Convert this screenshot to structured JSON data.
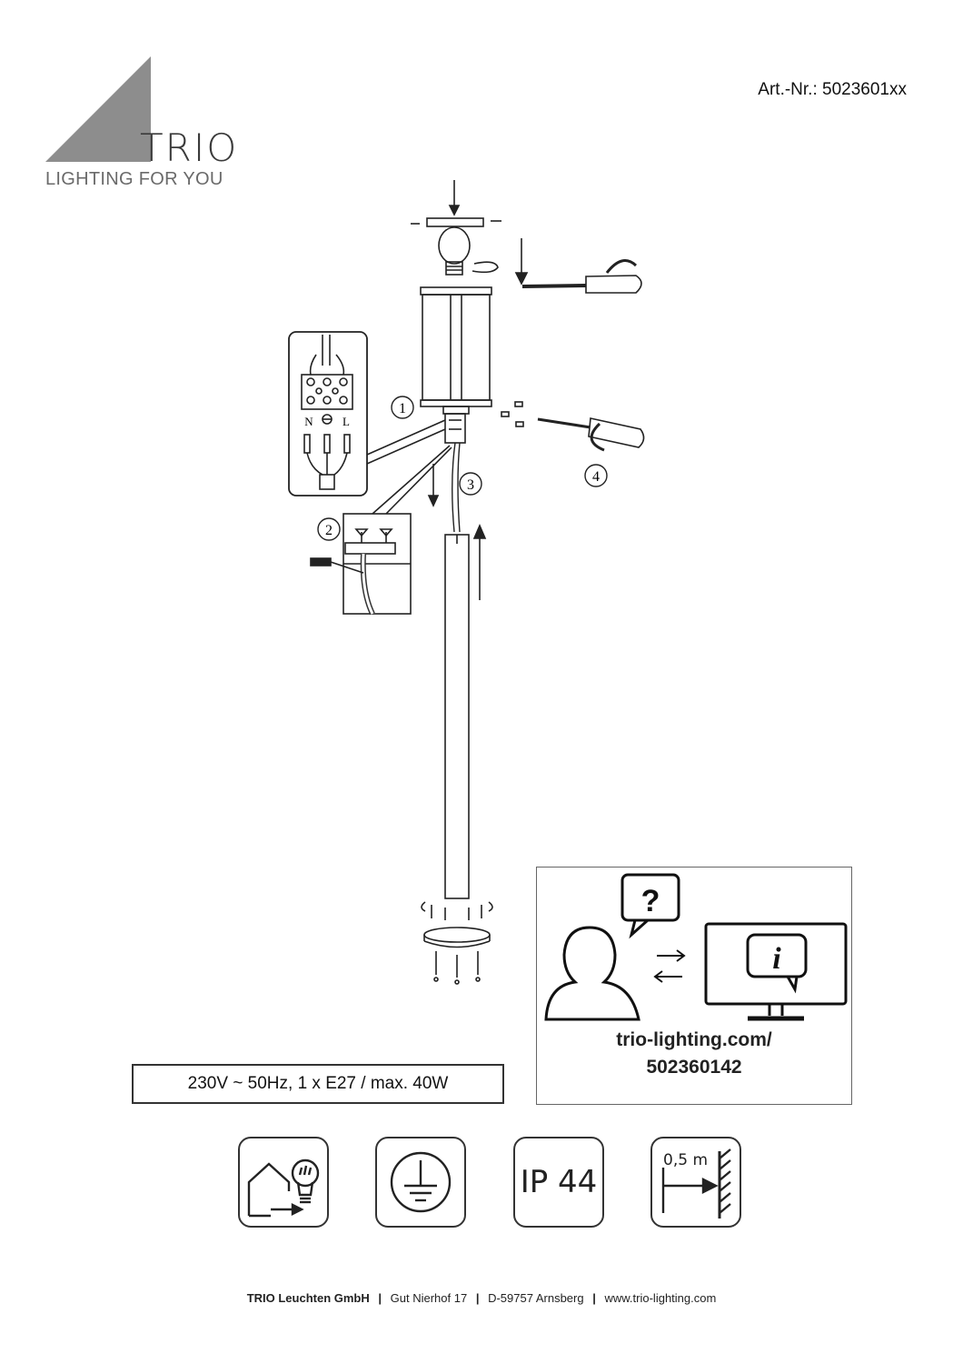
{
  "logo": {
    "brand": "TRIO",
    "tagline": "LIGHTING FOR YOU"
  },
  "article": {
    "label": "Art.-Nr.:",
    "number": "5023601xx"
  },
  "diagram": {
    "steps": [
      "1",
      "2",
      "3",
      "4"
    ],
    "terminal_labels": [
      "N",
      "L"
    ]
  },
  "specs": {
    "text": "230V ~ 50Hz, 1 x E27 / max. 40W"
  },
  "info": {
    "question_mark": "?",
    "info_glyph": "i",
    "url": "trio-lighting.com/",
    "code": "502360142"
  },
  "symbols": {
    "ip_rating": "IP 44",
    "distance": "0,5 m"
  },
  "footer": {
    "company": "TRIO Leuchten GmbH",
    "separator": "|",
    "street": "Gut Nierhof 17",
    "city": "D-59757 Arnsberg",
    "website": "www.trio-lighting.com"
  }
}
